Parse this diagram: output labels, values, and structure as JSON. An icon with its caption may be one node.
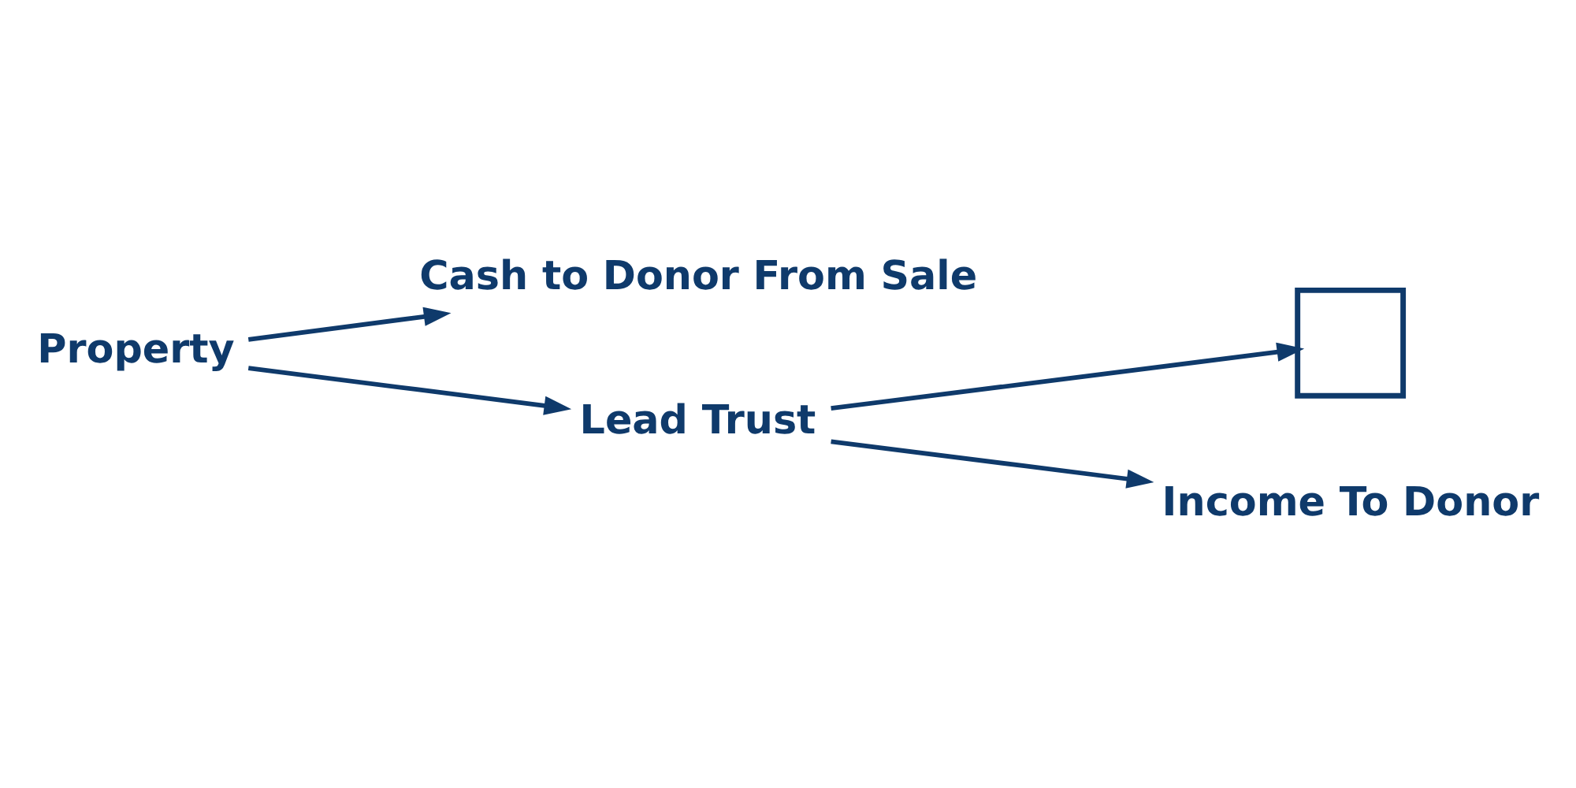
{
  "diagram": {
    "nodes": [
      {
        "text": [
          "Property"
        ]
      },
      {
        "text": [
          "Cash to Donor From Sale"
        ]
      },
      {
        "text": [
          "Lead Trust"
        ]
      },
      {
        "text": [],
        "shape": "box"
      },
      {
        "text": [
          "Income To Donor"
        ]
      }
    ],
    "edges": [
      {
        "from": 0,
        "to": 1,
        "arrow": "to"
      },
      {
        "from": 0,
        "to": 2,
        "arrow": "to"
      },
      {
        "from": 2,
        "to": 3,
        "arrow": "to"
      },
      {
        "from": 2,
        "to": 4,
        "arrow": "to"
      }
    ]
  }
}
